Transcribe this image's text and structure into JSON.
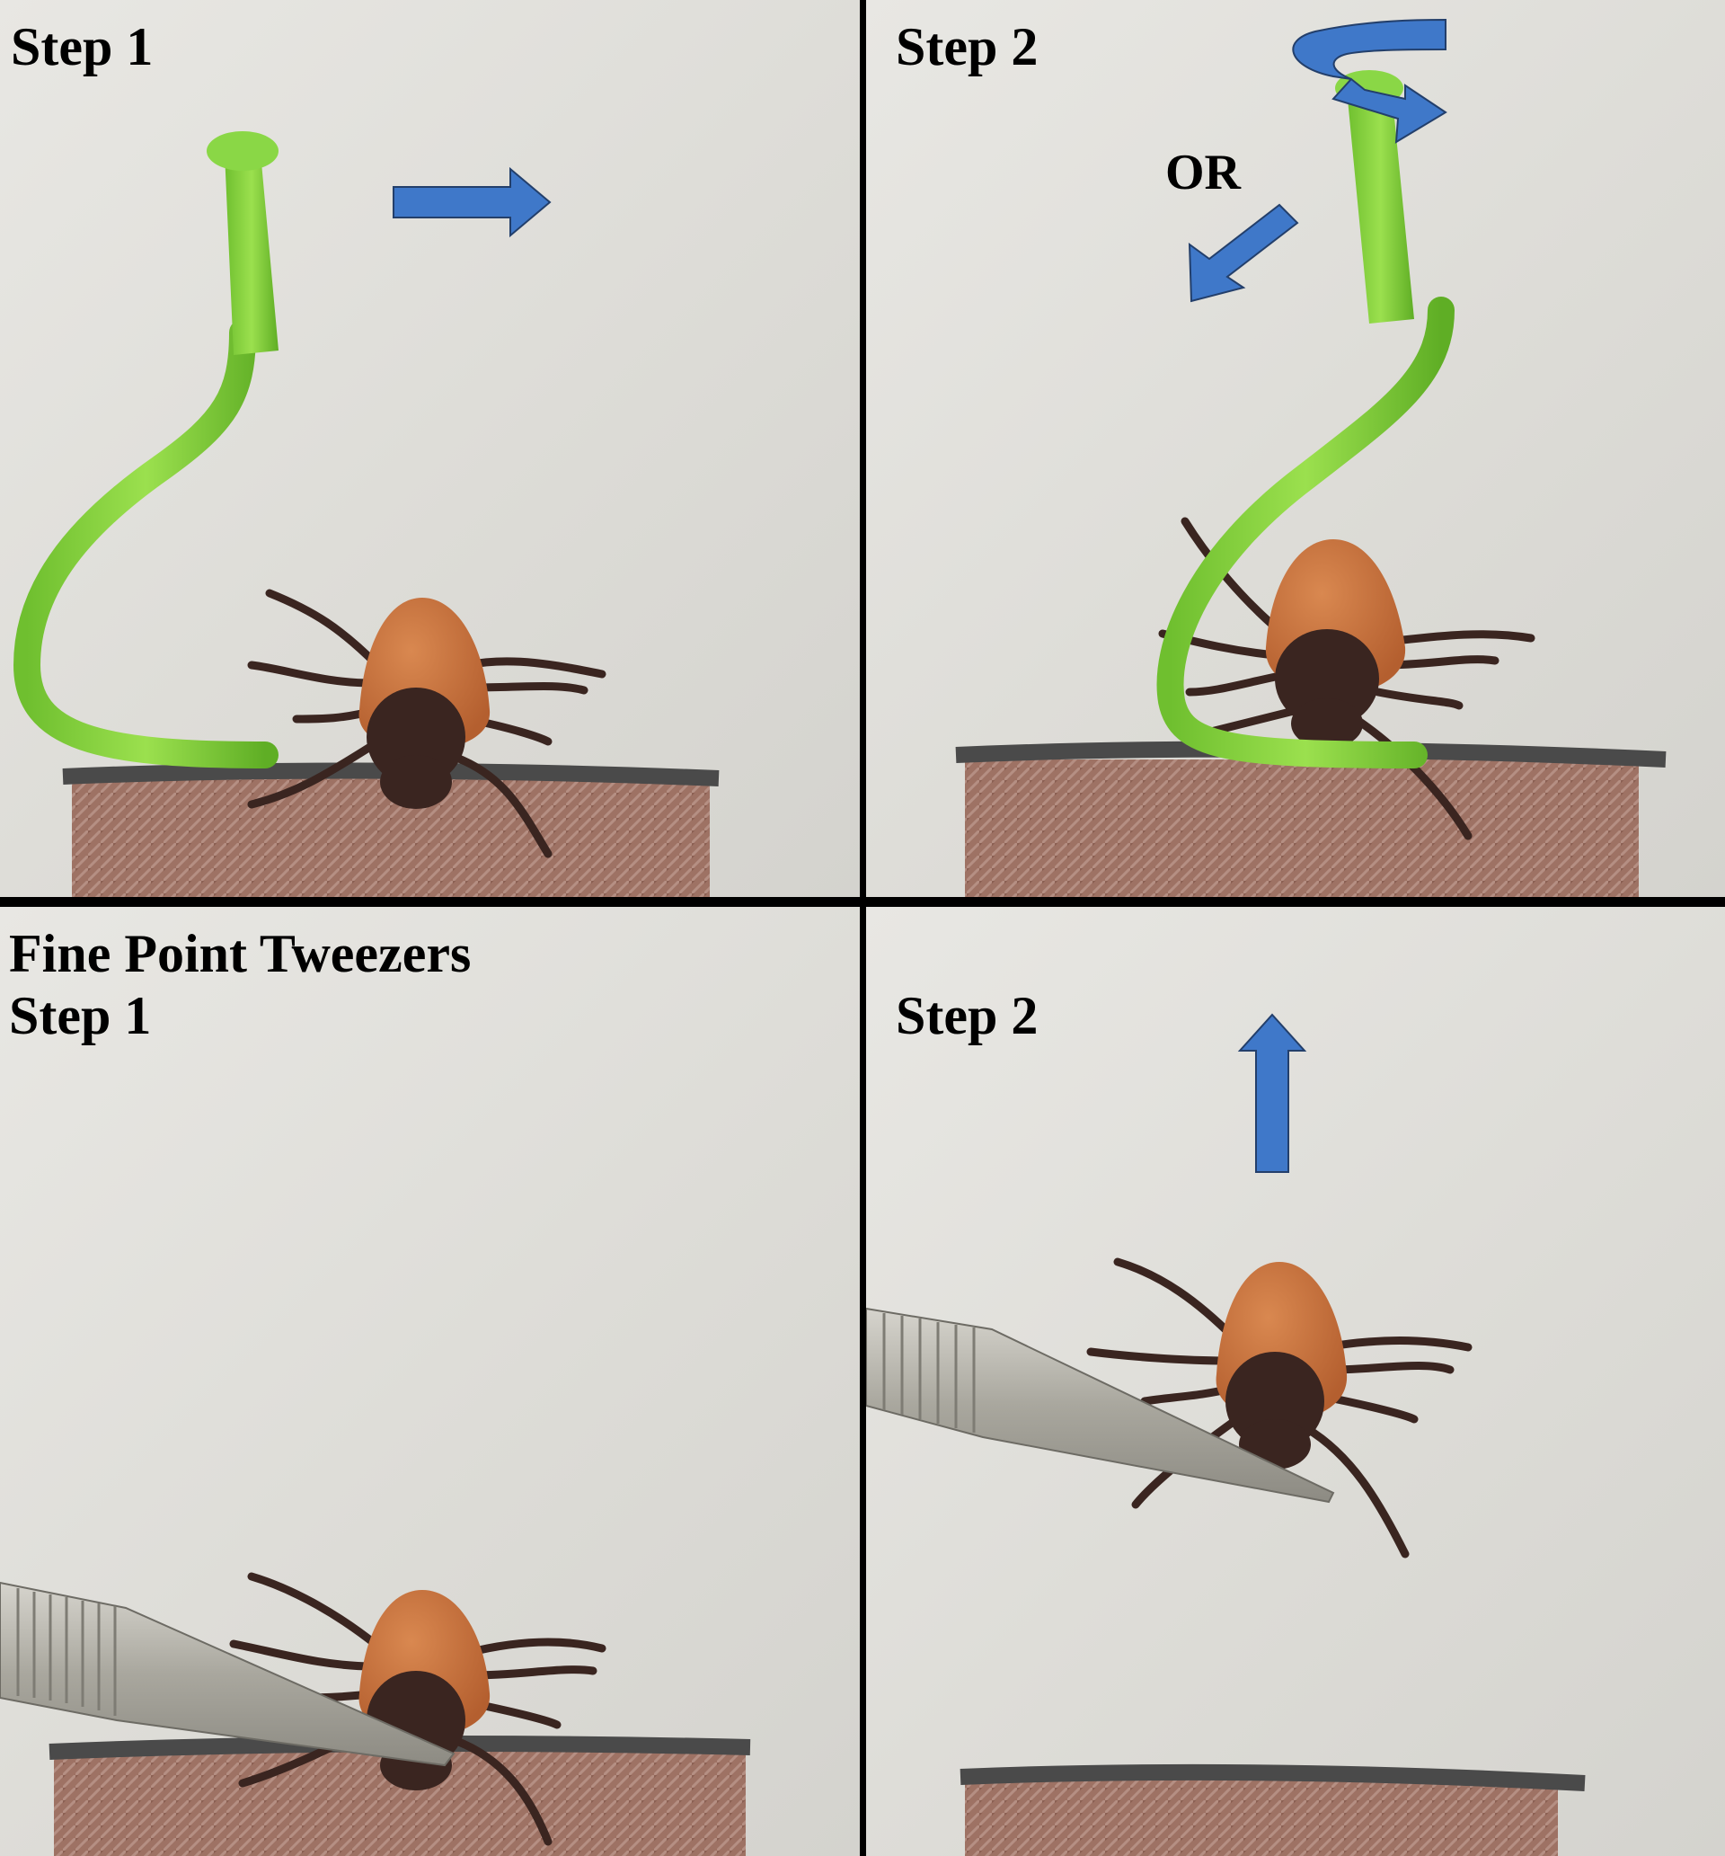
{
  "panels": {
    "hook_step1": {
      "label": "Step 1"
    },
    "hook_step2": {
      "label": "Step 2",
      "or_text": "OR"
    },
    "tweezers_step1": {
      "title": "Fine Point Tweezers",
      "label": "Step 1"
    },
    "tweezers_step2": {
      "label": "Step 2"
    }
  },
  "colors": {
    "arrow_blue": "#3f78c9",
    "tick_remover_green": "#7fcc3a",
    "tick_body_orange": "#c9703c",
    "tick_head_brown": "#3a2520",
    "skin_brown": "#9c7064",
    "skin_edge": "#4a4a4a",
    "tweezers_steel": "#b7b5ac"
  },
  "icons": [
    "tick-remover-hook",
    "tick",
    "tweezers",
    "arrow-right",
    "arrow-down-left",
    "rotate-arrow",
    "arrow-up"
  ]
}
